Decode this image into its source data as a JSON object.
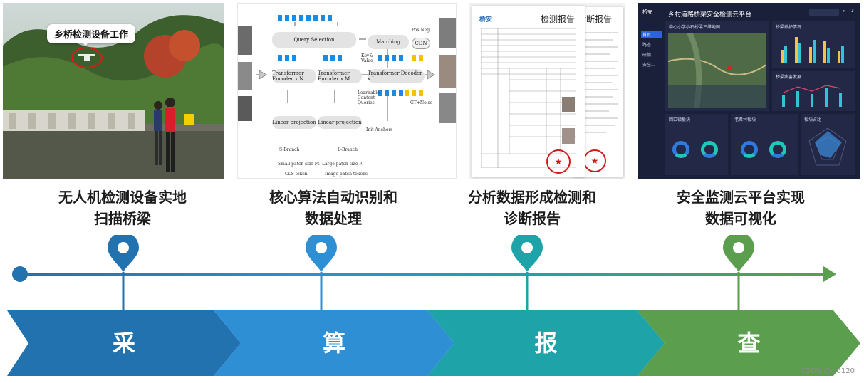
{
  "panels": {
    "drone": {
      "callout": "乡桥检测设备工作"
    },
    "algorithm": {
      "query_selection": "Query Selection",
      "encoder_n": "Transformer Encoder x N",
      "encoder_m": "Transformer Encoder x M",
      "decoder_l": "Transformer Decoder x L",
      "matching": "Matching",
      "linear_projection_1": "Linear projection",
      "linear_projection_2": "Linear projection",
      "key_value": "Key&\nValue",
      "learnable": "Learnable\nContent\nQueries",
      "init_anchors": "Init Anchors",
      "pos_neg": "Pos Neg",
      "cdn": "CDN",
      "gt_noise": "GT+Noise",
      "s_branch": "S-Branch",
      "l_branch": "L-Branch",
      "small_patch": "Small patch size Ps",
      "large_patch": "Large patch size Pl",
      "cls_token": "CLS token",
      "image_patch_tokens": "Image patch tokens"
    },
    "report": {
      "title": "检测报告",
      "title_back": "诊断报告",
      "logo": "桥安"
    },
    "dashboard": {
      "logo": "桥安",
      "title": "乡村道路桥梁安全检测云平台",
      "nav": [
        "首页",
        "路态...",
        "研帧...",
        "安全..."
      ],
      "map_title": "中心小学小石桥梁三维地图",
      "card_maintenance": "桥梁养护情况",
      "card_disease": "桥梁病害发展",
      "card_huikou": "回口镇板块",
      "card_laoshe": "老君村板块",
      "card_ratio": "板块占比"
    }
  },
  "captions": [
    {
      "line1": "无人机检测设备实地",
      "line2": "扫描桥梁"
    },
    {
      "line1": "核心算法自动识别和",
      "line2": "数据处理"
    },
    {
      "line1": "分析数据形成检测和",
      "line2": "诊断报告"
    },
    {
      "line1": "安全监测云平台实现",
      "line2": "数据可视化"
    }
  ],
  "steps": [
    {
      "label": "采",
      "color": "#2272b0"
    },
    {
      "label": "算",
      "color": "#2e8fd4"
    },
    {
      "label": "报",
      "color": "#1ea3a8"
    },
    {
      "label": "查",
      "color": "#5a9e4e"
    }
  ],
  "watermark": "CSDN @clq120"
}
